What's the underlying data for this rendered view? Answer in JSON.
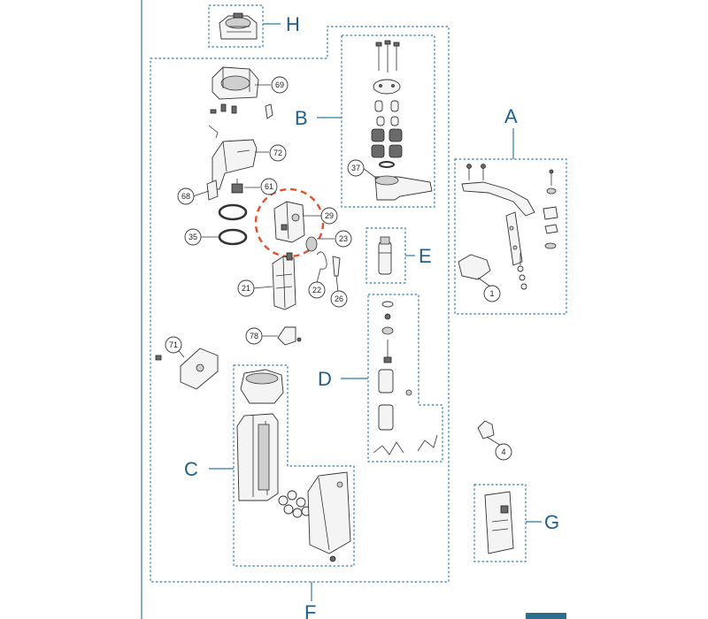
{
  "group_labels": {
    "a": "A",
    "b": "B",
    "c": "C",
    "d": "D",
    "e": "E",
    "f": "F",
    "g": "G",
    "h": "H"
  },
  "callouts": {
    "p69": "69",
    "p72": "72",
    "p61": "61",
    "p68": "68",
    "p29": "29",
    "p35": "35",
    "p23": "23",
    "p21": "21",
    "p22": "22",
    "p26": "26",
    "p37": "37",
    "p1": "1",
    "p4": "4",
    "p71": "71",
    "p78": "78"
  },
  "colors": {
    "frame": "#2f79a8",
    "label": "#1e5f8f",
    "highlight": "#e0502a"
  }
}
